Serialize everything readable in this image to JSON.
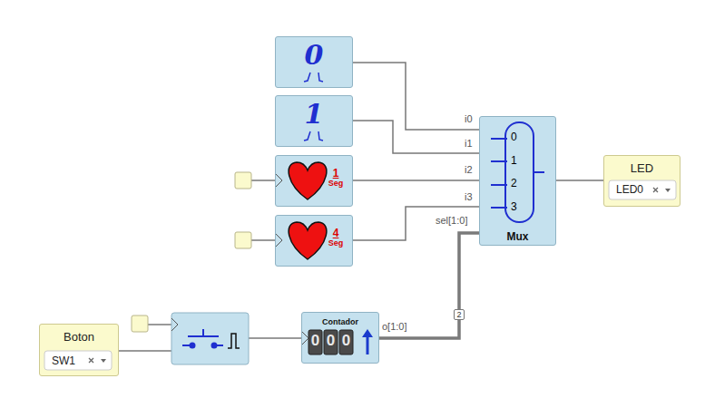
{
  "diagram": {
    "nodes": [
      {
        "text": [
          "0"
        ]
      },
      {
        "text": [
          "1"
        ]
      },
      {
        "text": [
          "1 Seg"
        ]
      },
      {
        "text": [
          "4 Seg"
        ]
      },
      {
        "text": [
          "Mux"
        ]
      },
      {
        "text": [
          "LED",
          "LED0"
        ]
      },
      {
        "text": [
          "Boton",
          "SW1"
        ]
      },
      {
        "text": [
          "Contador"
        ]
      }
    ],
    "edges": [
      {
        "from": 0,
        "to": 4,
        "arrow": "none"
      },
      {
        "from": 1,
        "to": 4,
        "arrow": "none"
      },
      {
        "from": 2,
        "to": 4,
        "arrow": "none"
      },
      {
        "from": 3,
        "to": 4,
        "arrow": "none"
      },
      {
        "from": 4,
        "to": 5,
        "arrow": "none"
      },
      {
        "from": 7,
        "to": 4,
        "label": "2",
        "arrow": "none"
      }
    ],
    "labels": [
      "i0",
      "i1",
      "i2",
      "i3",
      "sel[1:0]",
      "0",
      "1",
      "2",
      "3",
      "0",
      "0",
      "0",
      "o[1:0]"
    ]
  }
}
